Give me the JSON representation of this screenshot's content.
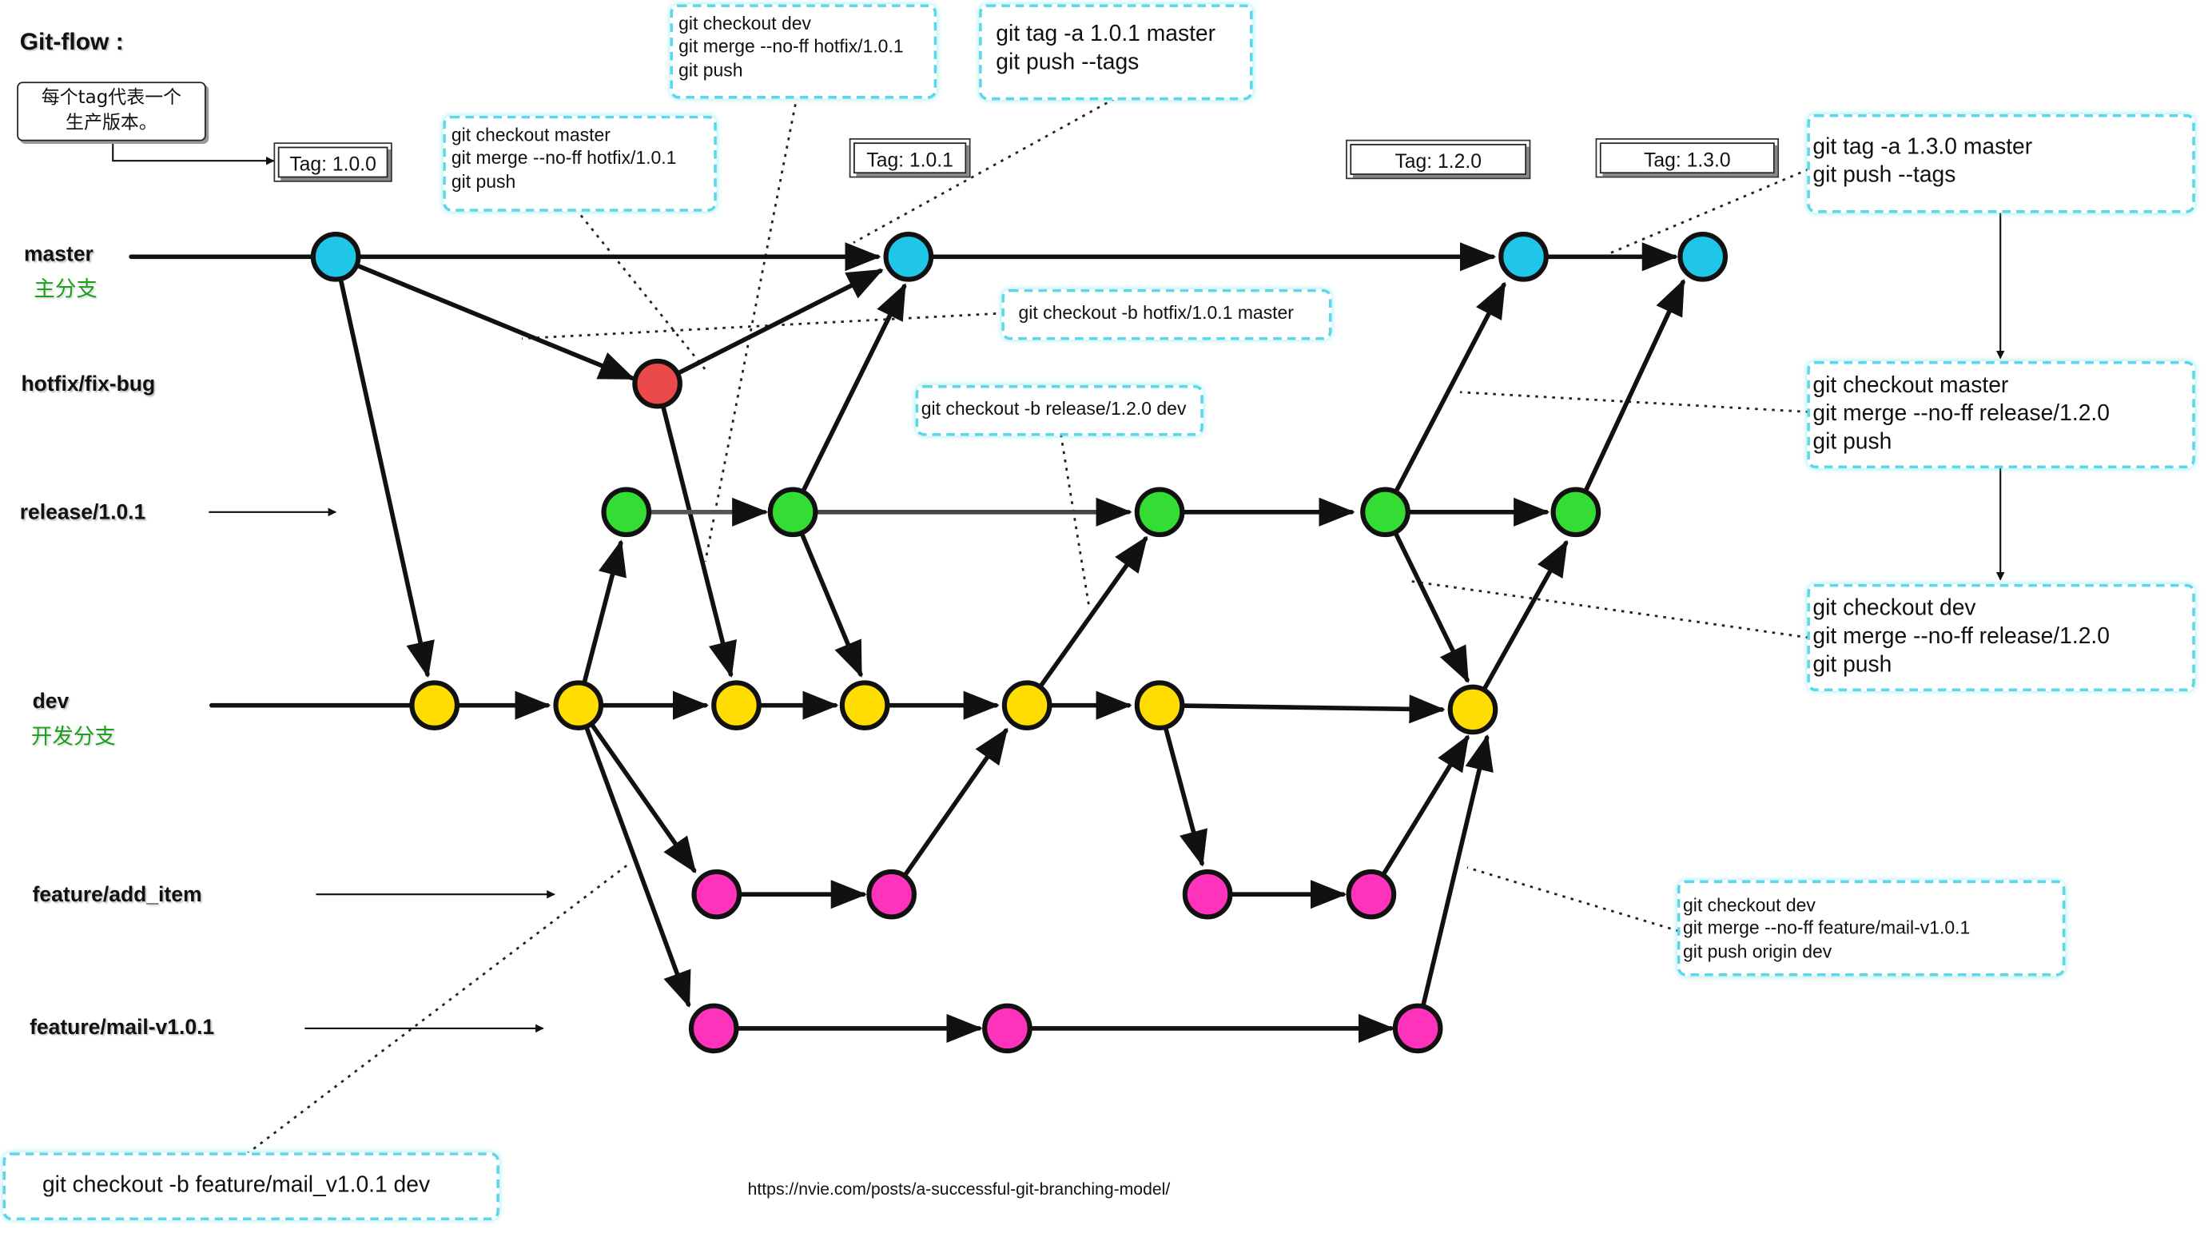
{
  "title": "Git-flow :",
  "note": {
    "line1": "每个tag代表一个",
    "line2": "生产版本。"
  },
  "tags": [
    "Tag: 1.0.0",
    "Tag: 1.0.1",
    "Tag: 1.2.0",
    "Tag: 1.3.0"
  ],
  "branches": {
    "master": {
      "label": "master",
      "sub": "主分支"
    },
    "hotfix": {
      "label": "hotfix/fix-bug"
    },
    "release": {
      "label": "release/1.0.1"
    },
    "dev": {
      "label": "dev",
      "sub": "开发分支"
    },
    "feature_add": {
      "label": "feature/add_item"
    },
    "feature_mail": {
      "label": "feature/mail-v1.0.1"
    }
  },
  "commands": {
    "merge_hotfix_master": [
      "git checkout master",
      "git merge --no-ff hotfix/1.0.1",
      "git push"
    ],
    "merge_hotfix_dev": [
      "git checkout dev",
      "git merge --no-ff hotfix/1.0.1",
      "git push"
    ],
    "tag_101": [
      "git tag -a 1.0.1 master",
      "git push --tags"
    ],
    "create_hotfix": [
      "git checkout -b hotfix/1.0.1 master"
    ],
    "create_release": [
      "git checkout -b release/1.2.0 dev"
    ],
    "tag_130": [
      "git tag -a 1.3.0 master",
      "git push --tags"
    ],
    "merge_release_master": [
      "git checkout master",
      "git merge --no-ff release/1.2.0",
      "git push"
    ],
    "merge_release_dev": [
      "git checkout dev",
      "git merge --no-ff release/1.2.0",
      "git push"
    ],
    "merge_feature_dev": [
      "git checkout dev",
      "git merge --no-ff feature/mail-v1.0.1",
      "git push origin dev"
    ],
    "create_feature": [
      "git checkout -b feature/mail_v1.0.1 dev"
    ]
  },
  "source_url": "https://nvie.com/posts/a-successful-git-branching-model/",
  "colors": {
    "master": "#1fc6e8",
    "hotfix": "#ec4a4a",
    "release": "#33dd33",
    "dev": "#ffdd00",
    "feature": "#ff33bb",
    "command_border": "#5ad8e8",
    "sub_label": "#1aa01a"
  }
}
